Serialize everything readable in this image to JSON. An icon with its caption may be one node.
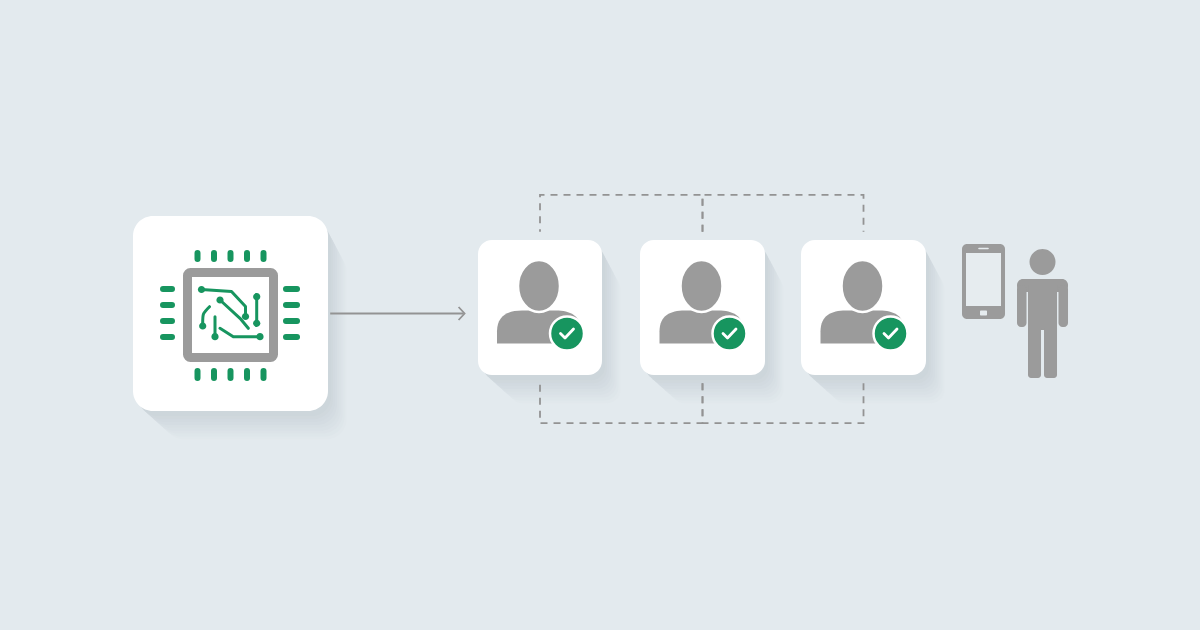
{
  "diagram": {
    "nodes": [
      {
        "text": [],
        "shape": "picture"
      },
      {
        "text": [],
        "shape": "picture"
      },
      {
        "text": [],
        "shape": "picture"
      },
      {
        "text": [],
        "shape": "picture"
      },
      {
        "text": [],
        "shape": "picture"
      },
      {
        "text": [],
        "shape": "person"
      }
    ],
    "edges": [
      {
        "from": 0,
        "to": 1,
        "arrow": "to"
      },
      {
        "from": 2,
        "to": 1,
        "arrow": "none",
        "style": "dashed"
      },
      {
        "from": 2,
        "to": 3,
        "arrow": "none",
        "style": "dashed"
      },
      {
        "from": 2,
        "to": 1,
        "arrow": "none",
        "style": "dashed"
      },
      {
        "from": 2,
        "to": 3,
        "arrow": "none",
        "style": "dashed"
      }
    ]
  }
}
